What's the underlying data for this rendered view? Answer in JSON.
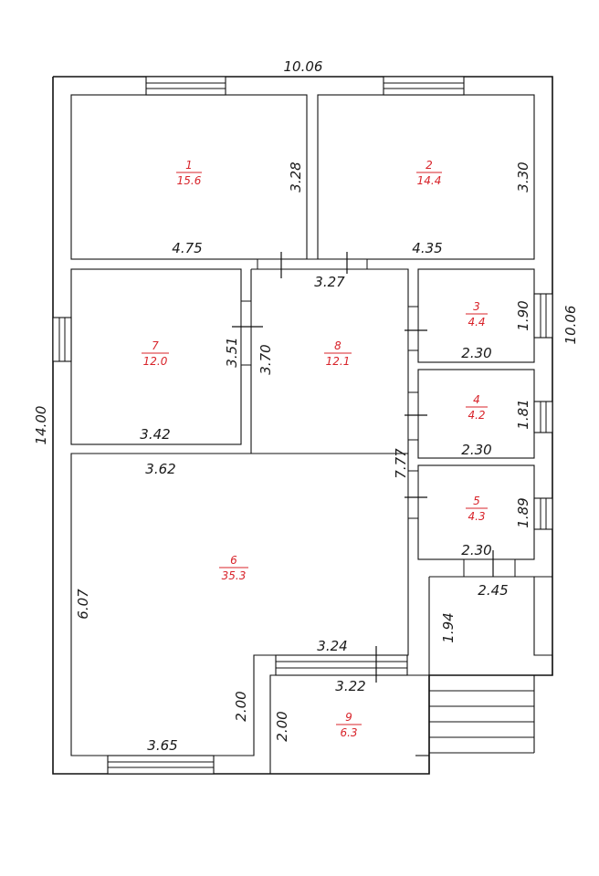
{
  "plan": {
    "overall_width": "10.06",
    "overall_height": "14.00",
    "right_side": "10.06",
    "colors": {
      "room_label": "#d8232a",
      "lines": "#111111"
    },
    "rooms": [
      {
        "number": "1",
        "area": "15.6"
      },
      {
        "number": "2",
        "area": "14.4"
      },
      {
        "number": "3",
        "area": "4.4"
      },
      {
        "number": "4",
        "area": "4.2"
      },
      {
        "number": "5",
        "area": "4.3"
      },
      {
        "number": "6",
        "area": "35.3"
      },
      {
        "number": "7",
        "area": "12.0"
      },
      {
        "number": "8",
        "area": "12.1"
      },
      {
        "number": "9",
        "area": "6.3"
      }
    ],
    "dims": {
      "r1_w": "4.75",
      "r1_h": "3.28",
      "r2_w": "4.35",
      "r2_h": "3.30",
      "r8_top": "3.27",
      "r8_h": "3.70",
      "r8_right": "7.77",
      "r7_w": "3.42",
      "r7_h": "3.51",
      "r3_w": "2.30",
      "r3_h": "1.90",
      "r4_w": "2.30",
      "r4_h": "1.81",
      "r5_w": "2.30",
      "r5_h": "1.89",
      "r6_top": "3.62",
      "r6_h": "6.07",
      "r6_notch_w": "3.24",
      "r6_notch_h": "2.00",
      "r6_bottom": "3.65",
      "r9_w": "3.22",
      "r9_h": "2.00",
      "porch_w": "2.45",
      "porch_h": "1.94"
    }
  }
}
